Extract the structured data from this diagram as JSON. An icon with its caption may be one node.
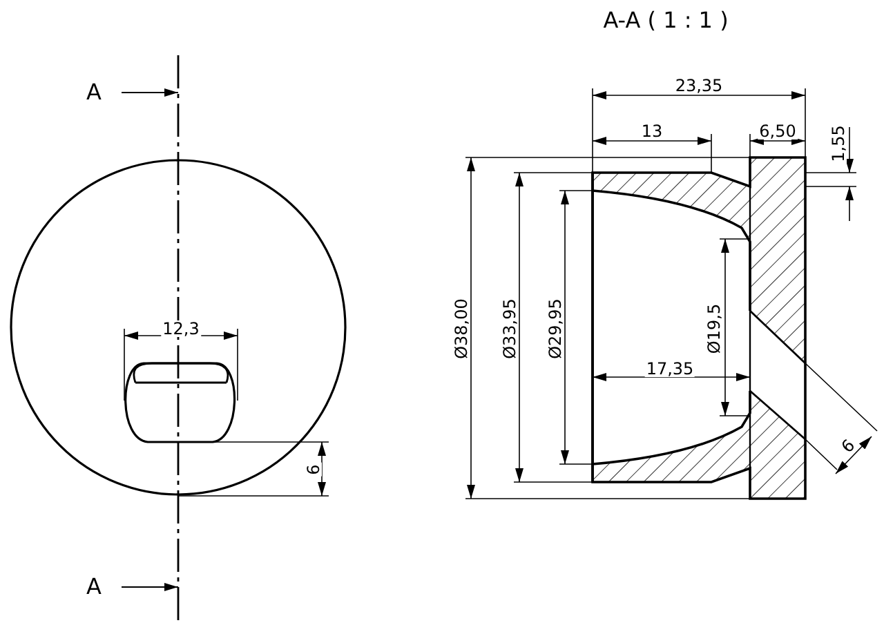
{
  "diagram": {
    "title": "A-A ( 1 : 1 )",
    "labels": [
      "A",
      "23,35",
      "13",
      "6,50",
      "1,55",
      "12,3",
      "Ø38,00",
      "Ø33,95",
      "Ø29,95",
      "Ø19,5",
      "17,35",
      "6",
      "6",
      "A"
    ]
  }
}
